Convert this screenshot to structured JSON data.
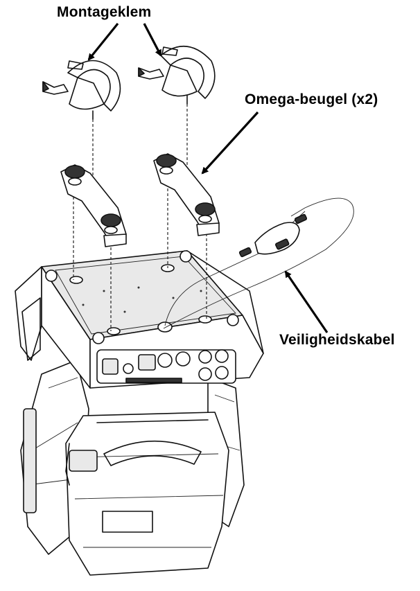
{
  "labels": {
    "mounting_clamp": "Montageklem",
    "omega_bracket": "Omega-beugel (x2)",
    "safety_cable": "Veiligheidskabel"
  },
  "colors": {
    "ink": "#000000",
    "background": "#ffffff"
  }
}
